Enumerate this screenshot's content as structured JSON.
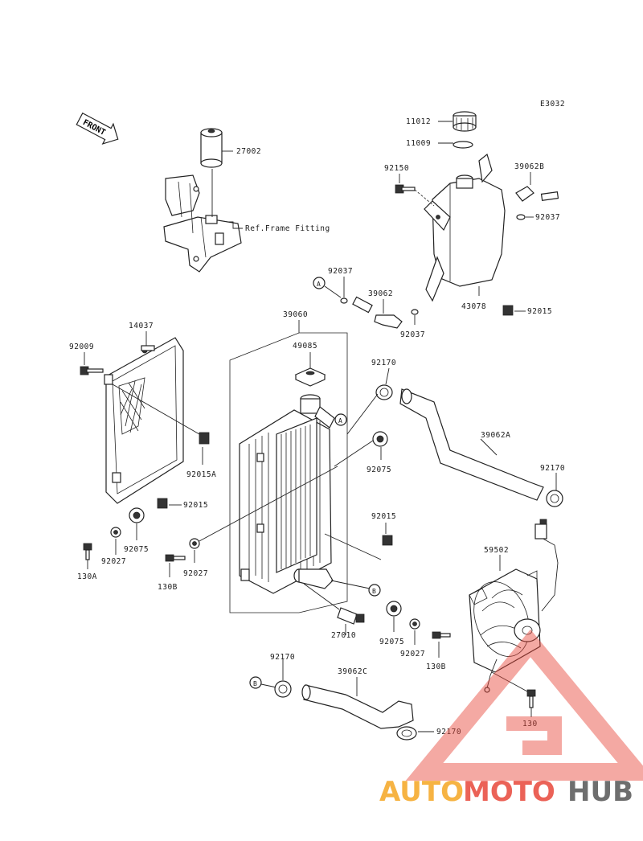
{
  "diagram_code": "E3032",
  "front_label": "FRONT",
  "ref_frame": "Ref.Frame Fitting",
  "parts": {
    "p11012": "11012",
    "p11009": "11009",
    "p92150": "92150",
    "p39062B": "39062B",
    "p92037a": "92037",
    "p27002": "27002",
    "p92037b": "92037",
    "p39062": "39062",
    "p92037c": "92037",
    "p43078": "43078",
    "p92015a": "92015",
    "p39060": "39060",
    "p14037": "14037",
    "p92009": "92009",
    "p49085": "49085",
    "p92170a": "92170",
    "p39062A": "39062A",
    "p92015A": "92015A",
    "p92075a": "92075",
    "p92170b": "92170",
    "p92015b": "92015",
    "p92015c": "92015",
    "p92075b": "92075",
    "p92027a": "92027",
    "p130A": "130A",
    "p59502": "59502",
    "p130B_a": "130B",
    "p92027b": "92027",
    "p27010": "27010",
    "p92075c": "92075",
    "p92027c": "92027",
    "p130B_b": "130B",
    "p92170c": "92170",
    "p39062C": "39062C",
    "p130": "130",
    "p92170d": "92170"
  },
  "callouts": {
    "a": "A",
    "b": "B"
  },
  "watermark": {
    "part1": "AUTO",
    "part2": "MOTO",
    "part3": "HUB",
    "color_orange": "#f5a623",
    "color_red": "#e8473a",
    "color_gray": "#555555"
  }
}
